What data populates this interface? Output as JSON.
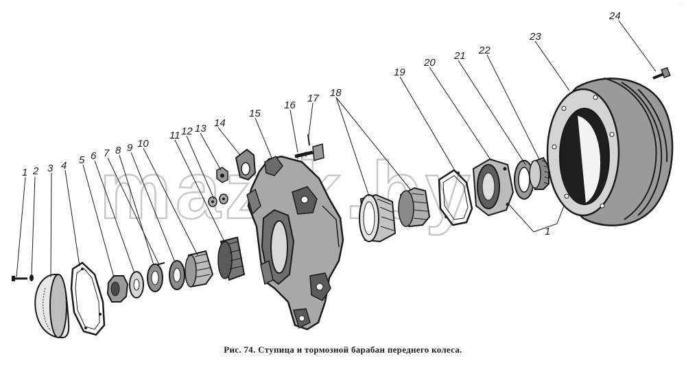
{
  "caption": "Рис. 74. Ступица и тормозной барабан переднего колеса.",
  "watermark": "mazik.by",
  "part_numbers": [
    "1",
    "2",
    "3",
    "4",
    "5",
    "6",
    "7",
    "8",
    "9",
    "10",
    "11",
    "12",
    "13",
    "14",
    "15",
    "16",
    "17",
    "18",
    "19",
    "20",
    "21",
    "22",
    "23",
    "24",
    "1"
  ],
  "colors": {
    "ink": "#1a1a1a",
    "watermark": "#c8c8c8",
    "background": "#ffffff"
  }
}
